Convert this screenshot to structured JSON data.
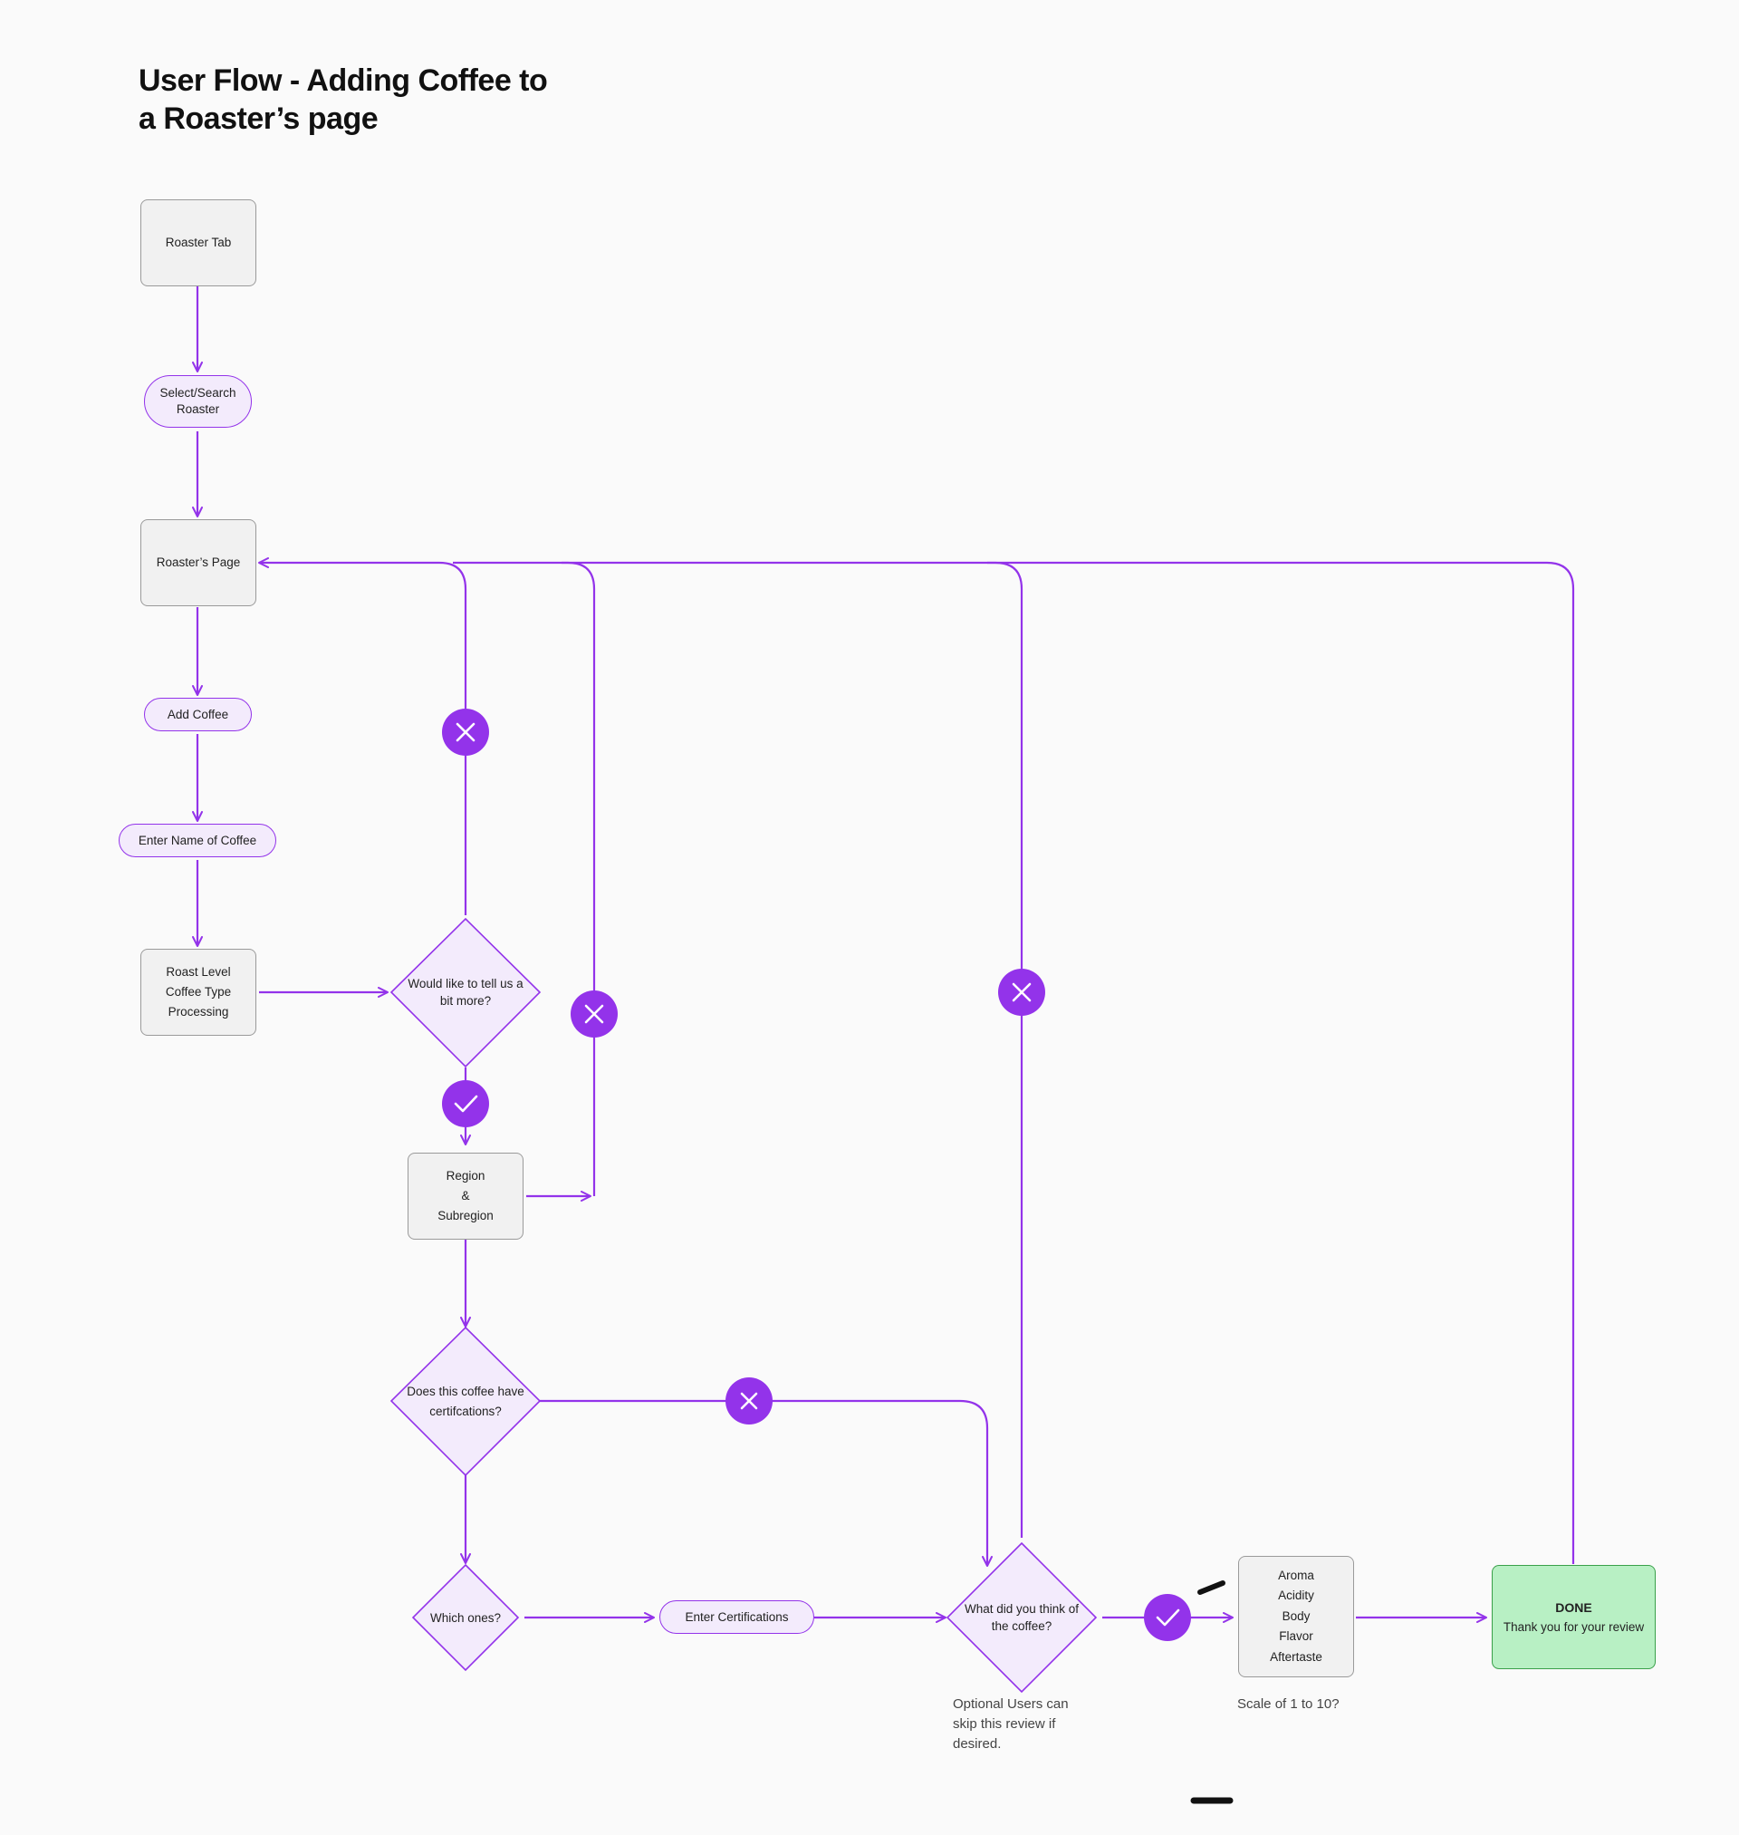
{
  "title": {
    "line1": "User Flow - Adding Coffee to",
    "line2": "a Roaster’s page"
  },
  "nodes": {
    "roaster_tab": "Roaster Tab",
    "select_search": [
      "Select/Search",
      "Roaster"
    ],
    "roasters_page": "Roaster’s Page",
    "add_coffee": "Add Coffee",
    "enter_name": "Enter Name of Coffee",
    "roast_info": [
      "Roast Level",
      "Coffee Type",
      "Processing"
    ],
    "tell_more": [
      "Would like to tell us a",
      "bit more?"
    ],
    "region": [
      "Region",
      "&",
      "Subregion"
    ],
    "certifications_q": [
      "Does this coffee have",
      "certifcations?"
    ],
    "which_ones": "Which ones?",
    "enter_certs": "Enter Certifications",
    "review_q": [
      "What did you think of",
      "the coffee?"
    ],
    "attributes": [
      "Aroma",
      "Acidity",
      "Body",
      "Flavor",
      "Aftertaste"
    ],
    "done_title": "DONE",
    "done_sub": "Thank you for your review"
  },
  "notes": {
    "optional": [
      "Optional Users can",
      "skip this review if",
      "desired."
    ],
    "scale": "Scale of 1 to 10?"
  },
  "colors": {
    "flow": "#9333ea",
    "badge": "#9333ea",
    "box_fill": "#f1f1f1",
    "pill_fill": "#f3ebfc",
    "done_fill": "#b8f0c4",
    "done_border": "#3aa04a"
  }
}
